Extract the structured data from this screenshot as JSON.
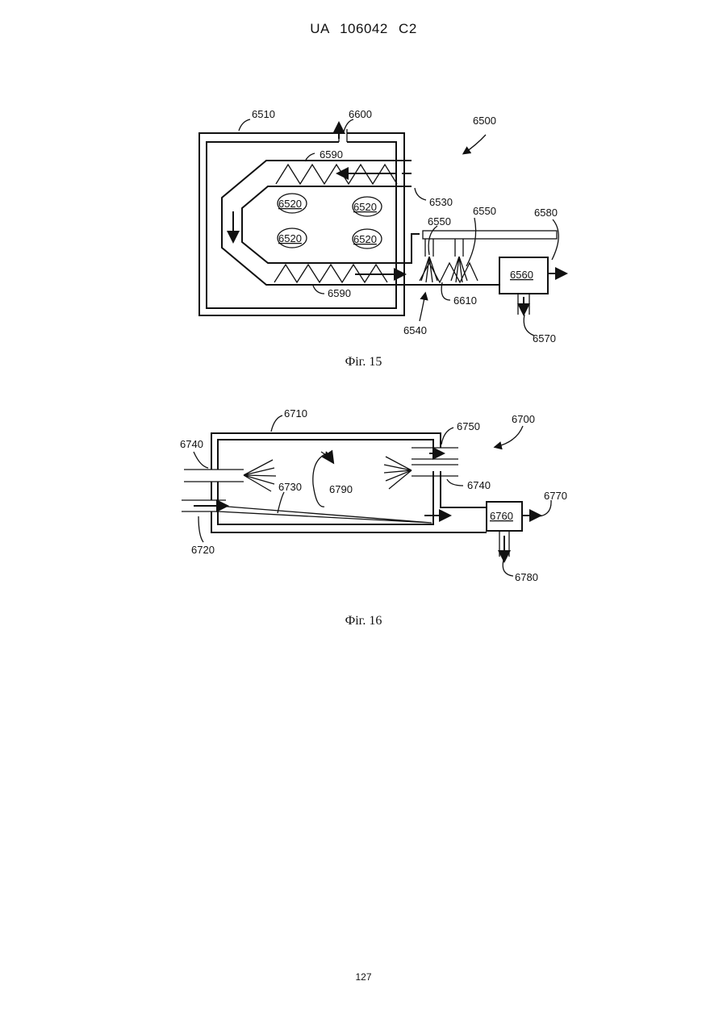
{
  "header": {
    "patent_number": "UA   106042   C2"
  },
  "footer": {
    "page_number": "127"
  },
  "figure15": {
    "caption": "Фіг. 15",
    "labels": {
      "l6510": "6510",
      "l6600": "6600",
      "l6500": "6500",
      "l6590a": "6590",
      "l6590b": "6590",
      "l6530": "6530",
      "l6520a": "6520",
      "l6520b": "6520",
      "l6520c": "6520",
      "l6520d": "6520",
      "l6550a": "6550",
      "l6550b": "6550",
      "l6580": "6580",
      "l6560": "6560",
      "l6610": "6610",
      "l6540": "6540",
      "l6570": "6570"
    }
  },
  "figure16": {
    "caption": "Фіг. 16",
    "labels": {
      "l6710": "6710",
      "l6700": "6700",
      "l6740a": "6740",
      "l6750": "6750",
      "l6730": "6730",
      "l6790": "6790",
      "l6740b": "6740",
      "l6770": "6770",
      "l6760": "6760",
      "l6720": "6720",
      "l6780": "6780"
    }
  }
}
